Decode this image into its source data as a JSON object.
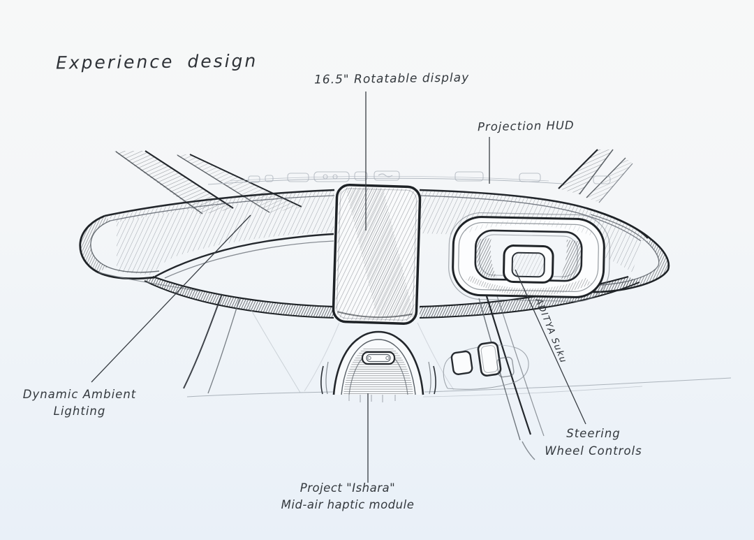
{
  "title": "Experience design",
  "signature": "ADITYA Suku",
  "annotations": {
    "display": {
      "label": "16.5\" Rotatable display"
    },
    "hud": {
      "label": "Projection HUD"
    },
    "ambient": {
      "line1": "Dynamic Ambient",
      "line2": "Lighting"
    },
    "steering": {
      "line1": "Steering",
      "line2": "Wheel Controls"
    },
    "ishara": {
      "line1": "Project \"Ishara\"",
      "line2": "Mid-air haptic module"
    }
  },
  "colors": {
    "background_top": "#f7f8f8",
    "background_bottom": "#e9f0f8",
    "pencil_dark": "#23272c",
    "pencil_mid": "#565d66",
    "pencil_light": "#aab1b9",
    "label_ink": "#33383d"
  }
}
